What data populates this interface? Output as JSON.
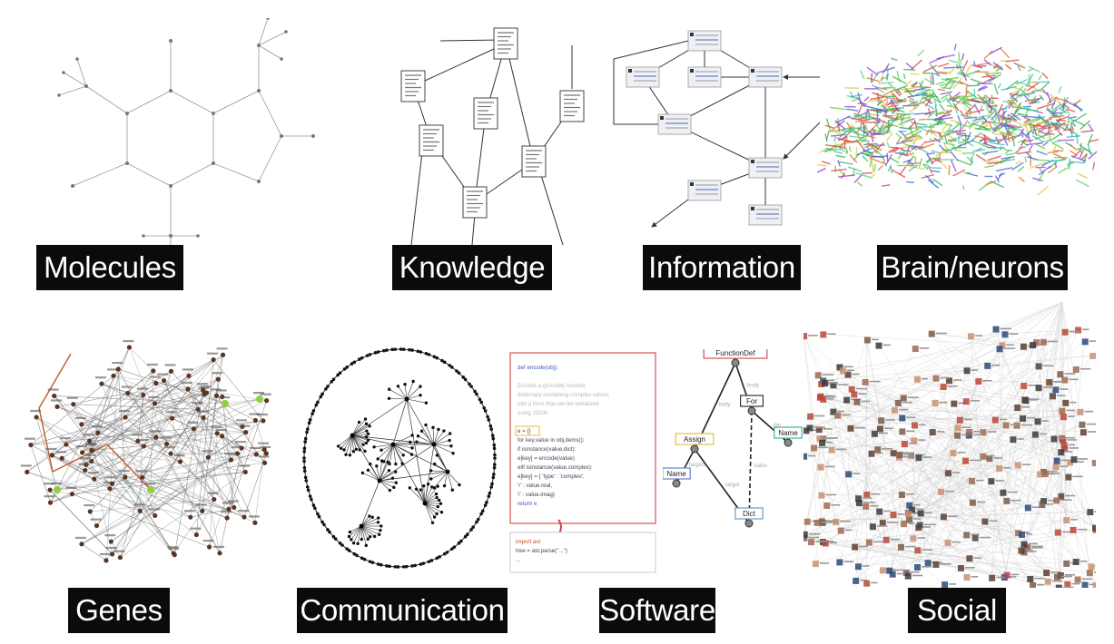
{
  "labels": {
    "molecules": "Molecules",
    "knowledge": "Knowledge",
    "information": "Information",
    "brain": "Brain/neurons",
    "genes": "Genes",
    "communication": "Communication",
    "software": "Software",
    "social": "Social"
  },
  "software": {
    "code_lines": [
      "def encode(obj):",
      "  ",
      "  Encode a (possibly nested)",
      "  dictionary containing complex values",
      "  into a form that can be serialized",
      "  using JSON.",
      "  ",
      "  e = {}",
      "  for key,value in obj.items():",
      "    if isinstance(value,dict):",
      "      e[key] = encode(value)",
      "    elif isinstance(value,complex):",
      "      e[key] = { 'type' : 'complex',",
      "                 'r' : value.real,",
      "                 'i' : value.imag}",
      "  return e"
    ],
    "bottom_lines": [
      "import ast",
      "tree = ast.parse(\"...\")",
      "..."
    ],
    "ast_nodes": {
      "root": "FunctionDef",
      "assign": "Assign",
      "name_left": "Name",
      "for": "For",
      "name_right": "Name",
      "dict": "Dict"
    },
    "ast_edges": [
      "body",
      "body",
      "targets",
      "iter",
      "target",
      "value"
    ]
  },
  "colors": {
    "label_bg": "#0b0b0b",
    "label_fg": "#ffffff",
    "code_border": "#d96060",
    "gene_node": "#5a3520",
    "gene_highlight": "#8ed040",
    "social_edge": "#c8c8c8"
  }
}
